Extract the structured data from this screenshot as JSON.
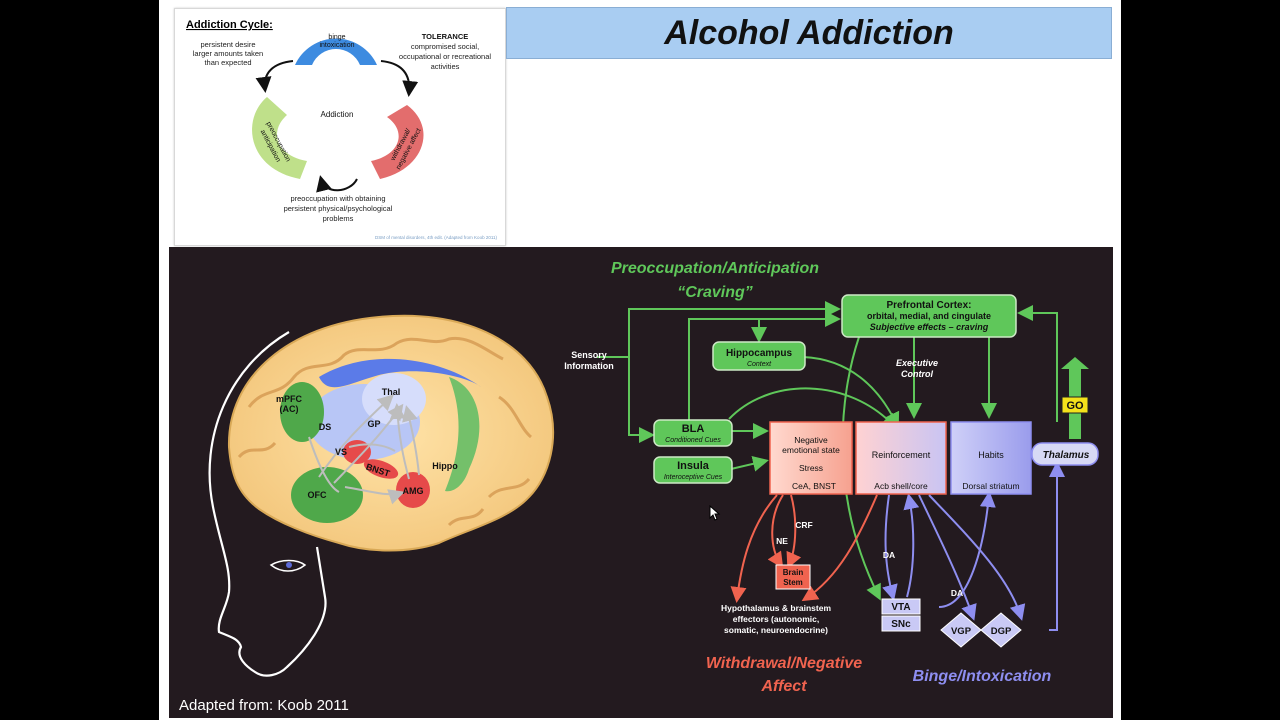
{
  "slide_title": "Alcohol Addiction",
  "cycle": {
    "heading": "Addiction Cycle:",
    "center": "Addiction",
    "binge_line1": "binge",
    "binge_line2": "intoxication",
    "withdrawal_line1": "withdrawal/",
    "withdrawal_line2": "negative affect",
    "preoccupation_line1": "preoccupation",
    "preoccupation_line2": "anticipation",
    "left_note": [
      "persistent desire",
      "larger amounts taken",
      "than expected"
    ],
    "tolerance_title": "TOLERANCE",
    "tolerance_note": [
      "compromised social,",
      "occupational or recreational",
      "activities"
    ],
    "bottom_note": [
      "preoccupation with obtaining",
      "persistent physical/psychological",
      "problems"
    ],
    "source": "DSM of mental disorders, 4th edit. (Adapted from Koob 2011)",
    "colors": {
      "binge": "#3d8be0",
      "withdrawal": "#e36d6d",
      "preoccupation": "#bfe08a"
    }
  },
  "diagram": {
    "stage_preoccupation": "Preoccupation/Anticipation",
    "stage_craving": "“Craving”",
    "stage_withdrawal_1": "Withdrawal/Negative",
    "stage_withdrawal_2": "Affect",
    "stage_binge": "Binge/Intoxication",
    "sensory_1": "Sensory",
    "sensory_2": "Information",
    "pfc_title": "Prefrontal Cortex:",
    "pfc_sub": "orbital, medial, and cingulate",
    "pfc_italic": "Subjective effects – craving",
    "hippocampus": "Hippocampus",
    "hippocampus_sub": "Context",
    "executive_1": "Executive",
    "executive_2": "Control",
    "bla": "BLA",
    "bla_sub": "Conditioned Cues",
    "insula": "Insula",
    "insula_sub": "Interoceptive Cues",
    "negative_1": "Negative",
    "negative_2": "emotional state",
    "stress": "Stress",
    "cea_bnst": "CeA, BNST",
    "reinforcement": "Reinforcement",
    "acb": "Acb shell/core",
    "habits": "Habits",
    "dorsal_striatum": "Dorsal striatum",
    "thalamus": "Thalamus",
    "go": "GO",
    "crf": "CRF",
    "ne": "NE",
    "brain_stem_1": "Brain",
    "brain_stem_2": "Stem",
    "hypo_1": "Hypothalamus & brainstem",
    "hypo_2": "effectors (autonomic,",
    "hypo_3": "somatic, neuroendocrine)",
    "da_1": "DA",
    "da_2": "DA",
    "vta": "VTA",
    "snc": "SNc",
    "vgp": "VGP",
    "dgp": "DGP",
    "brain_labels": {
      "mpfc": "mPFC",
      "ac": "(AC)",
      "thal": "Thal",
      "ds": "DS",
      "gp": "GP",
      "vs": "VS",
      "bnst": "BNST",
      "ofc": "OFC",
      "amg": "AMG",
      "hippo": "Hippo"
    },
    "colors": {
      "background": "#231a1f",
      "green_stage": "#5fc75a",
      "red_stage": "#f0634f",
      "blue_stage": "#8e8ef0"
    }
  },
  "caption": "Adapted from: Koob 2011"
}
